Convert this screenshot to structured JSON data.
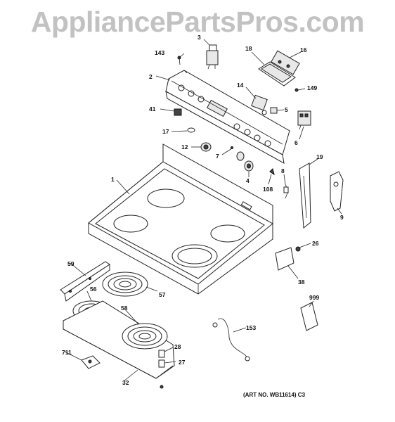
{
  "watermark": "AppliancePartsPros.com",
  "art_number": "(ART NO. WB11614) C3",
  "callouts": {
    "c1": "1",
    "c2": "2",
    "c3": "3",
    "c4": "4",
    "c5": "5",
    "c6": "6",
    "c7": "7",
    "c8": "8",
    "c9": "9",
    "c12": "12",
    "c14": "14",
    "c16": "16",
    "c17": "17",
    "c18": "18",
    "c19": "19",
    "c26": "26",
    "c27": "27",
    "c28": "28",
    "c32": "32",
    "c38": "38",
    "c41": "41",
    "c56": "56",
    "c57": "57",
    "c58": "58",
    "c59": "59",
    "c108": "108",
    "c143": "143",
    "c149": "149",
    "c153": "153",
    "c711": "711",
    "c999": "999"
  }
}
